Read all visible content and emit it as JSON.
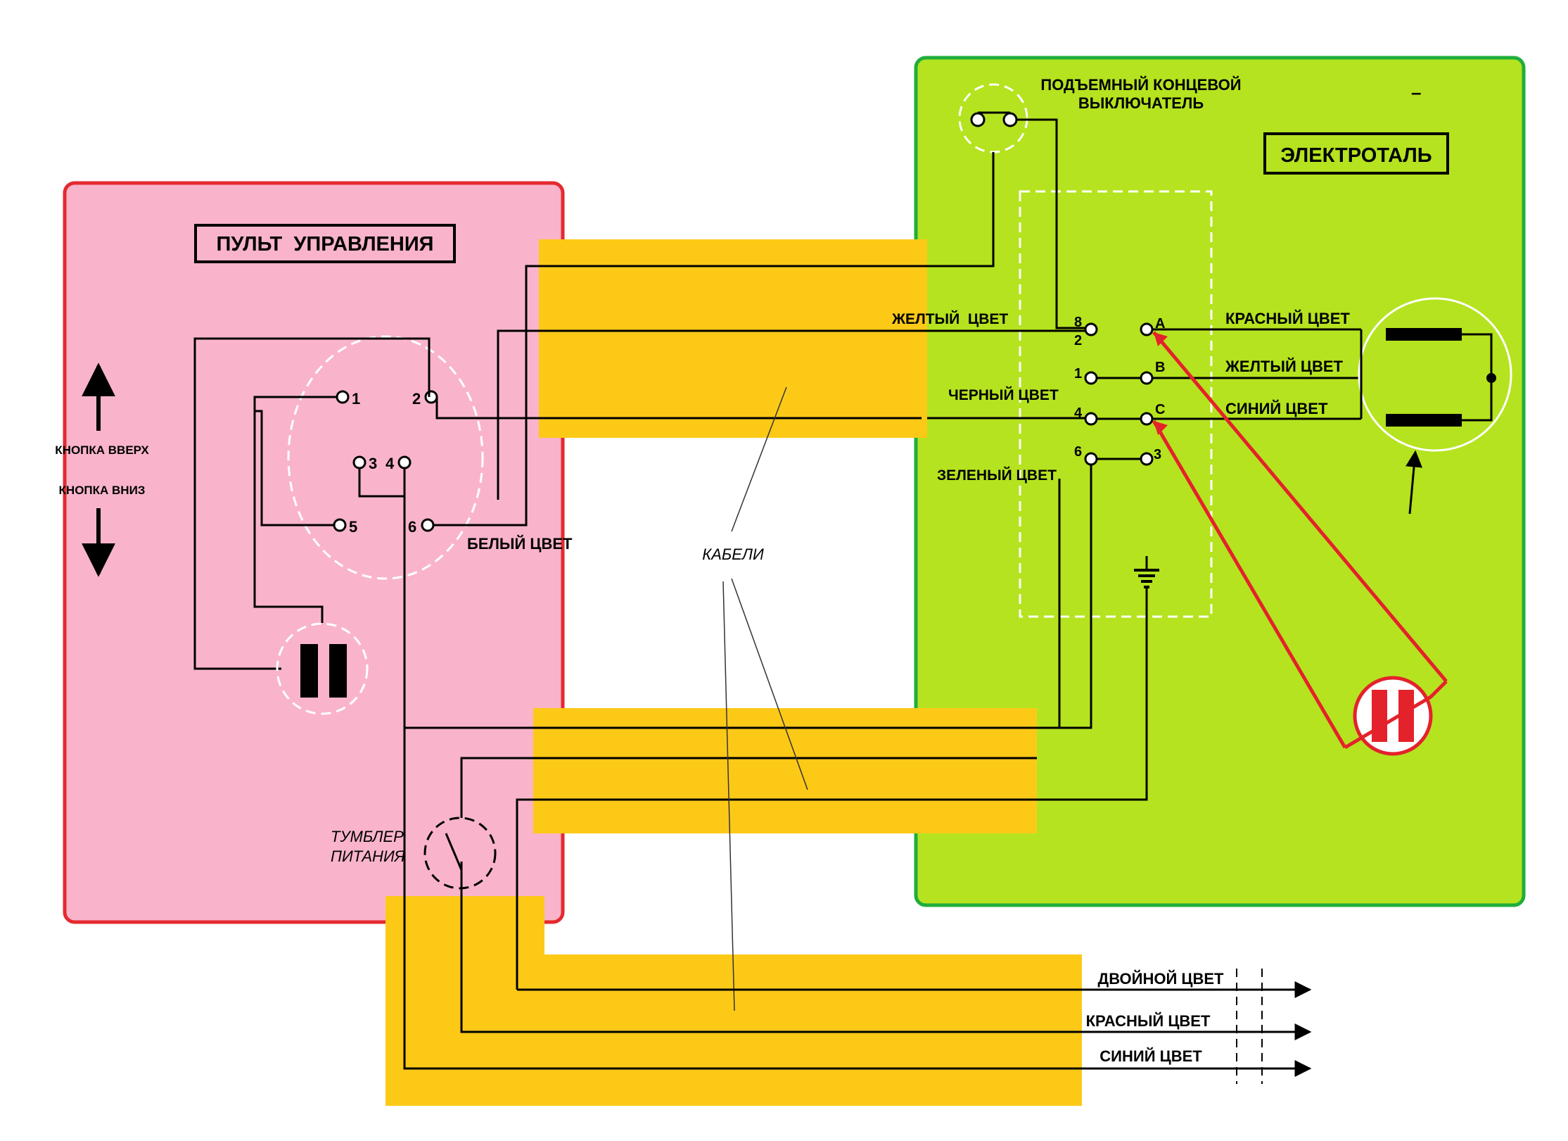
{
  "colors": {
    "panel_left": "#f9b4cc",
    "panel_left_border": "#e42a2f",
    "panel_right": "#b5e31f",
    "panel_right_border": "#1fae3b",
    "cable": "#fdc917",
    "accent_red": "#e4222b"
  },
  "control_panel": {
    "title": "ПУЛЬТ  УПРАВЛЕНИЯ",
    "btn_up": "КНОПКА ВВЕРХ",
    "btn_down": "КНОПКА ВНИЗ",
    "terminals": [
      "1",
      "2",
      "3",
      "4",
      "5",
      "6"
    ],
    "white_wire": "БЕЛЫЙ ЦВЕТ",
    "toggle_line1": "ТУМБЛЕР",
    "toggle_line2": "ПИТАНИЯ"
  },
  "hoist": {
    "title": "ЭЛЕКТРОТАЛЬ",
    "limit_line1": "ПОДЪЕМНЫЙ КОНЦЕВОЙ",
    "limit_line2": "ВЫКЛЮЧАТЕЛЬ",
    "left_wires": {
      "yellow": "ЖЕЛТЫЙ  ЦВЕТ",
      "black": "ЧЕРНЫЙ ЦВЕТ",
      "green": "ЗЕЛЕНЫЙ ЦВЕТ"
    },
    "left_terminals": [
      "8",
      "2",
      "1",
      "4",
      "6"
    ],
    "right_terminals": [
      "A",
      "B",
      "C",
      "3"
    ],
    "motor_wires": {
      "red": "КРАСНЫЙ ЦВЕТ",
      "yellow": "ЖЕЛТЫЙ ЦВЕТ",
      "blue": "СИНИЙ ЦВЕТ"
    },
    "dash": "–"
  },
  "cables_label": "КАБЕЛИ",
  "supply": {
    "line1": "ДВОЙНОЙ ЦВЕТ",
    "line2": "КРАСНЫЙ ЦВЕТ",
    "line3": "СИНИЙ ЦВЕТ"
  }
}
